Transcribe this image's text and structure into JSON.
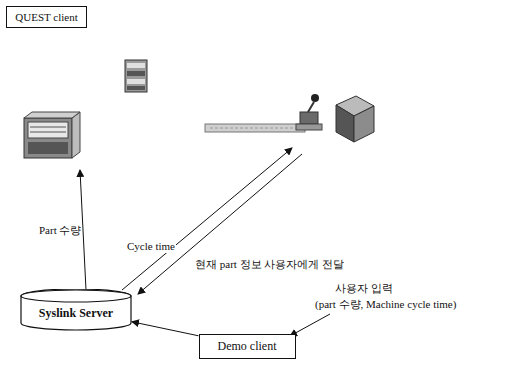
{
  "diagram": {
    "nodes": [
      {
        "text": [
          "QUEST client"
        ]
      },
      {
        "text": [
          "Syslink Server"
        ]
      },
      {
        "text": [
          "Demo client"
        ]
      }
    ],
    "edges": [
      {
        "from": 2,
        "to": 1,
        "arrow": "to"
      }
    ],
    "labels": [
      "Part 수량",
      "Cycle time",
      "현재 part 정보 사용자에게 전달",
      "사용자 입력",
      "(part 수량, Machine cycle time)"
    ]
  }
}
